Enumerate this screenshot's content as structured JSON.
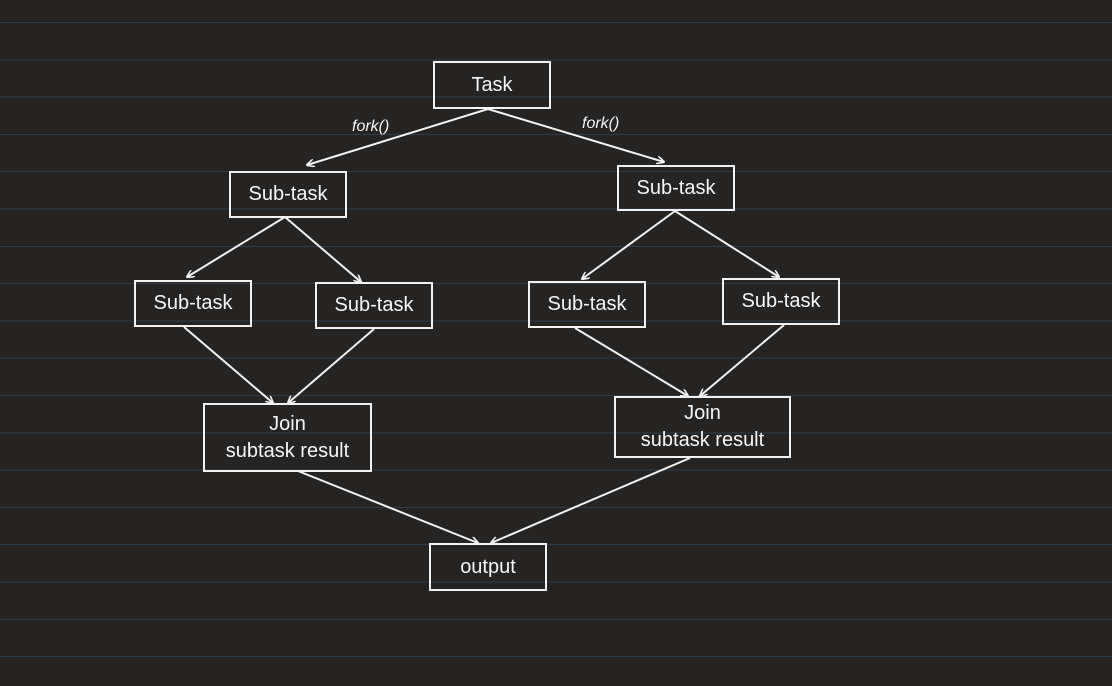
{
  "diagram": {
    "nodes": {
      "task": "Task",
      "left_subtask": "Sub-task",
      "right_subtask": "Sub-task",
      "left_left_subtask": "Sub-task",
      "left_right_subtask": "Sub-task",
      "right_left_subtask": "Sub-task",
      "right_right_subtask": "Sub-task",
      "left_join_line1": "Join",
      "left_join_line2": "subtask result",
      "right_join_line1": "Join",
      "right_join_line2": "subtask result",
      "output": "output"
    },
    "edge_labels": {
      "fork_left": "fork()",
      "fork_right": "fork()"
    }
  },
  "colors": {
    "background": "#252423",
    "rule_lines": "#2e3c4c",
    "stroke": "#f2f2f2",
    "text": "#f5f5f5"
  }
}
